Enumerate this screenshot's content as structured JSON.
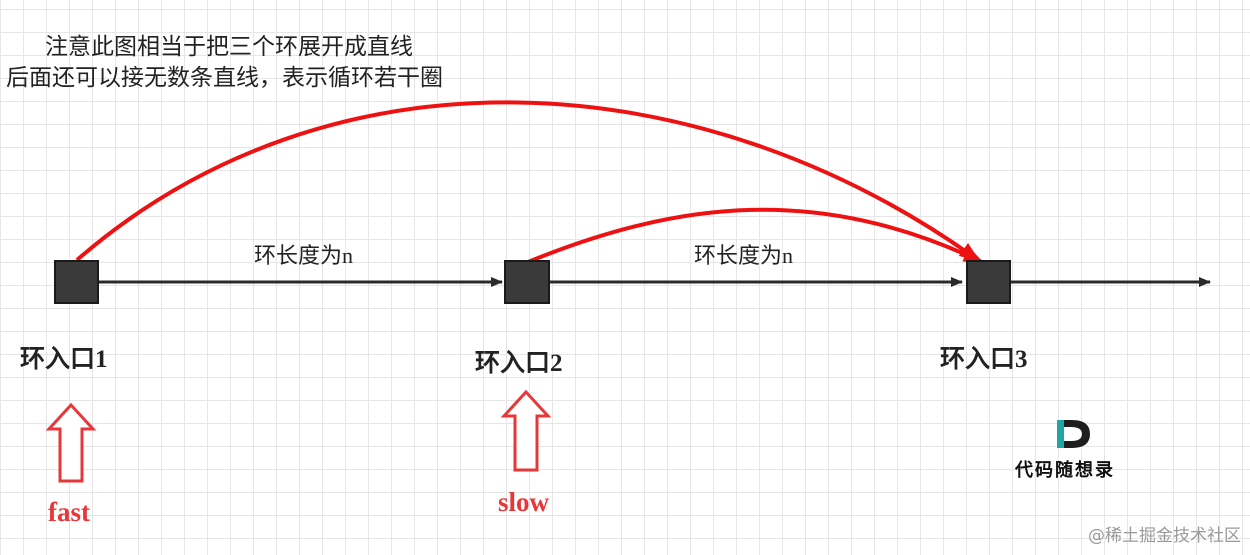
{
  "note": {
    "line1": "注意此图相当于把三个环展开成直线",
    "line2": "后面还可以接无数条直线，表示循环若干圈"
  },
  "edge_labels": [
    "环长度为n",
    "环长度为n"
  ],
  "nodes": [
    {
      "label": "环入口1"
    },
    {
      "label": "环入口2"
    },
    {
      "label": "环入口3"
    }
  ],
  "pointers": [
    {
      "label": "fast",
      "at_node": 1
    },
    {
      "label": "slow",
      "at_node": 2
    }
  ],
  "brand": {
    "text": "代码随想录"
  },
  "watermark": {
    "text": "@稀土掘金技术社区"
  },
  "colors": {
    "node_fill": "#3a3a3a",
    "line": "#2b2b2b",
    "arc": "#ee1111",
    "pointer": "#e8373a",
    "brand_teal": "#1fa7a8",
    "brand_dark": "#1e1e1e"
  }
}
